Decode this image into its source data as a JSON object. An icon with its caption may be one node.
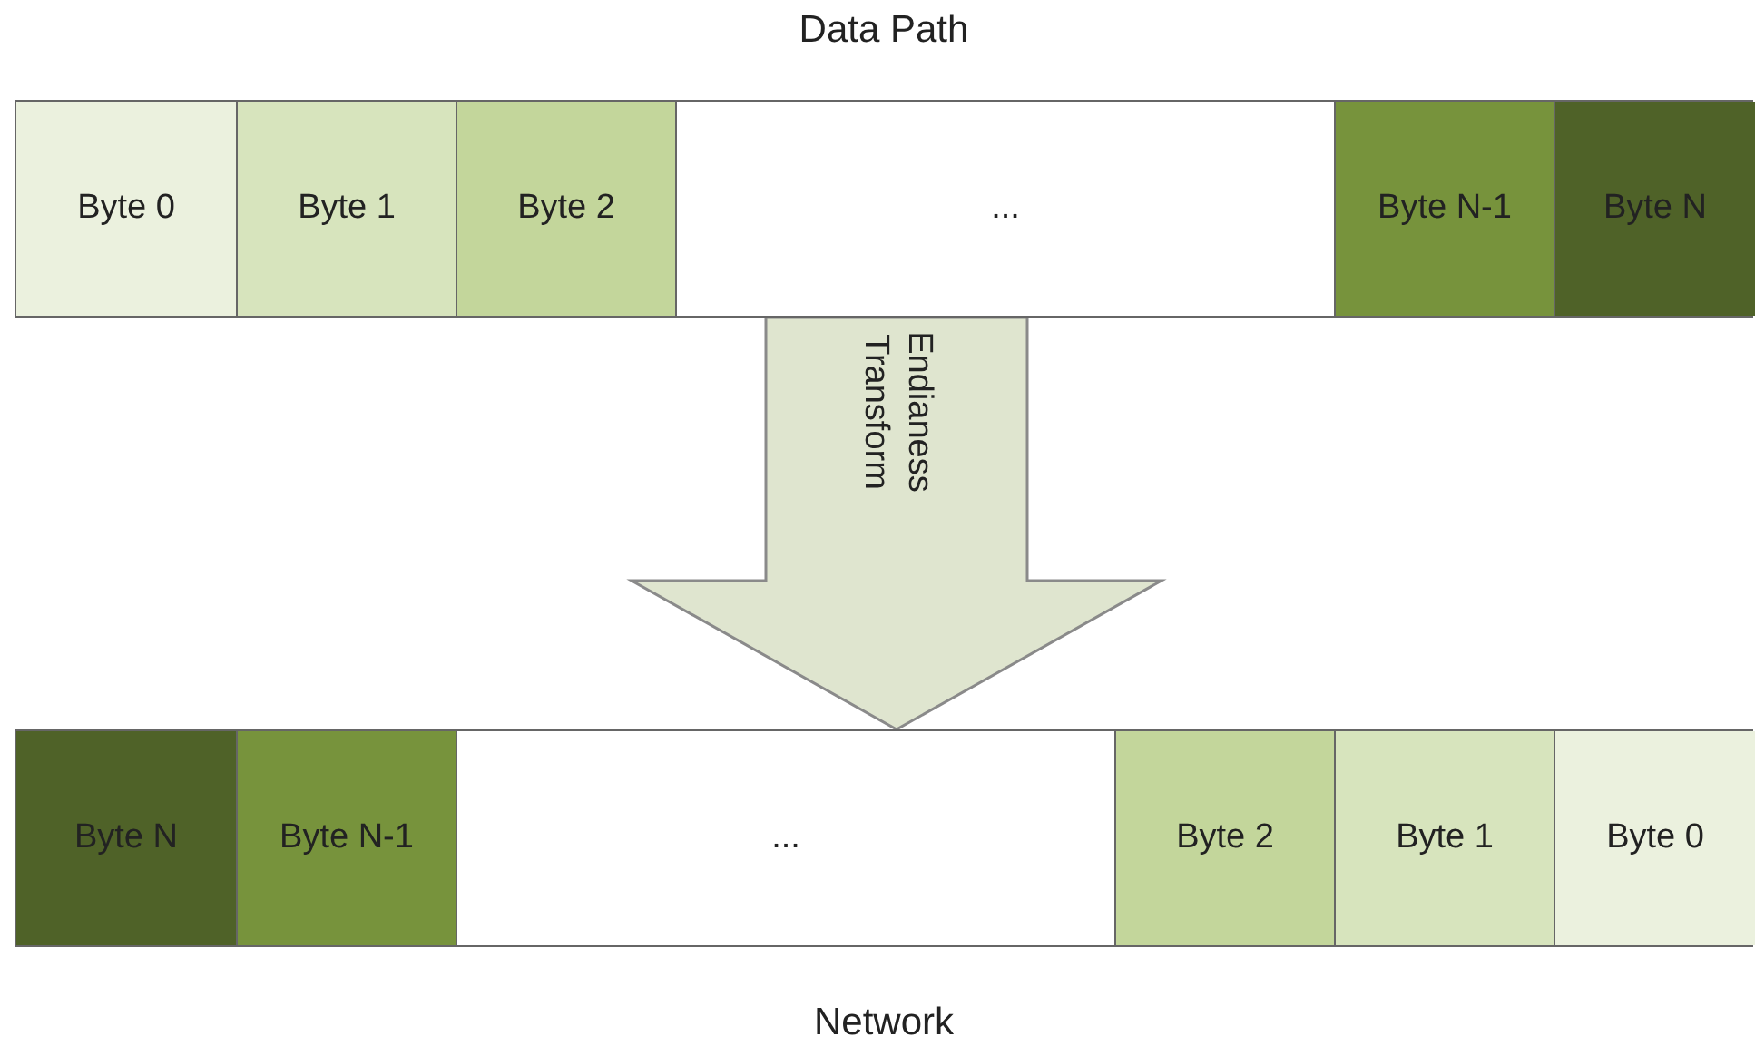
{
  "diagram": {
    "nodes": [
      {
        "text": [
          "Data Path"
        ]
      },
      {
        "text": [
          "Byte 0"
        ],
        "in": 0
      },
      {
        "text": [
          "Byte 1"
        ],
        "in": 0
      },
      {
        "text": [
          "Byte 2"
        ],
        "in": 0
      },
      {
        "text": [
          "..."
        ],
        "in": 0
      },
      {
        "text": [
          "Byte N-1"
        ],
        "in": 0
      },
      {
        "text": [
          "Byte N"
        ],
        "in": 0
      },
      {
        "text": [
          "Network"
        ]
      },
      {
        "text": [
          "Byte N"
        ],
        "in": 7
      },
      {
        "text": [
          "Byte N-1"
        ],
        "in": 7
      },
      {
        "text": [
          "..."
        ],
        "in": 7
      },
      {
        "text": [
          "Byte 2"
        ],
        "in": 7
      },
      {
        "text": [
          "Byte 1"
        ],
        "in": 7
      },
      {
        "text": [
          "Byte 0"
        ],
        "in": 7
      }
    ],
    "edges": [
      {
        "from": 0,
        "to": 7,
        "arrow": "to",
        "label": "Endianess Transform",
        "style": "thick"
      }
    ]
  }
}
